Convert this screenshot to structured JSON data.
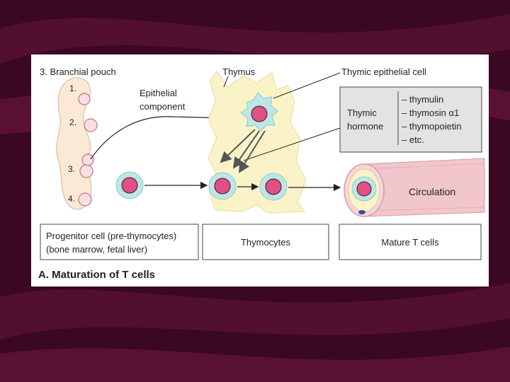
{
  "diagram": {
    "branchial_pouch_label": "3. Branchial pouch",
    "pouch_numbers": [
      "1.",
      "2.",
      "3.",
      "4."
    ],
    "epithelial_label_line1": "Epithelial",
    "epithelial_label_line2": "component",
    "thymus_label": "Thymus",
    "thymic_epithelial_cell_label": "Thymic epithelial cell",
    "thymic_hormone_line1": "Thymic",
    "thymic_hormone_line2": "hormone",
    "hormones": [
      "– thymulin",
      "– thymosin α1",
      "– thymopoietin",
      "– etc."
    ],
    "circulation_label": "Circulation",
    "progenitor_line1": "Progenitor cell (pre-thymocytes)",
    "progenitor_line2": "(bone marrow, fetal liver)",
    "thymocytes_label": "Thymocytes",
    "mature_label": "Mature T cells",
    "caption": "A. Maturation of T cells"
  },
  "colors": {
    "background": "#3a0820",
    "wave": "#6e1840",
    "panel": "#ffffff",
    "tissue": "#fbf3c8",
    "cell_outer": "#bfe6e6",
    "cell_nucleus": "#e44f86",
    "hormone_box": "#e3e3e3",
    "vessel": "#f1c6cc"
  }
}
